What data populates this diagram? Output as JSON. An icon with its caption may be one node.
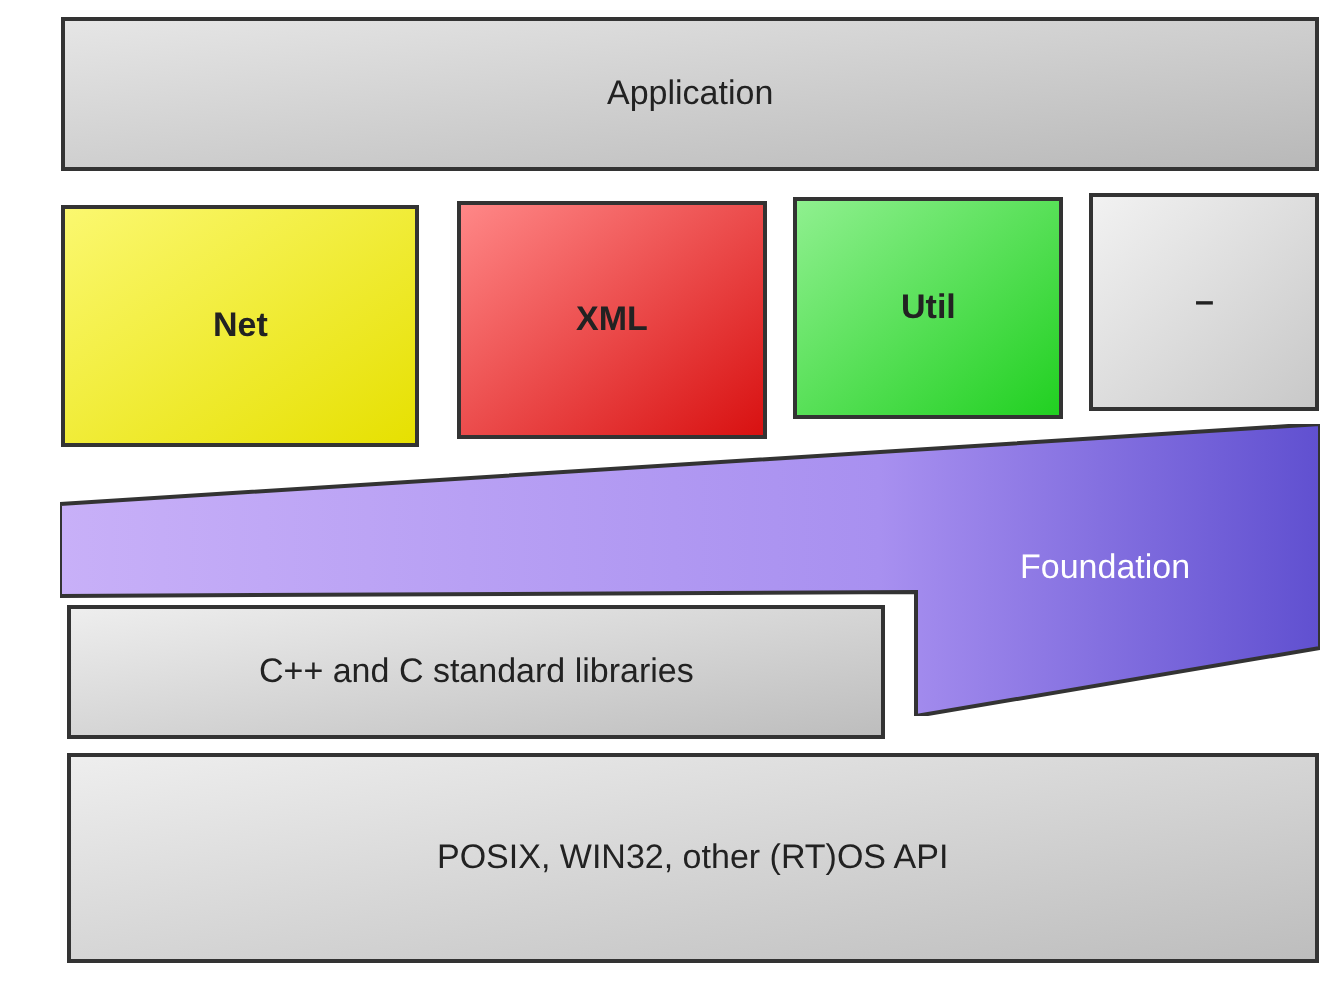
{
  "diagram": {
    "nodes": [
      {
        "text": [
          "Application"
        ]
      },
      {
        "text": [
          "Net"
        ]
      },
      {
        "text": [
          "XML"
        ]
      },
      {
        "text": [
          "Util"
        ]
      },
      {
        "text": [
          "–"
        ]
      },
      {
        "text": [
          "Foundation"
        ]
      },
      {
        "text": [
          "C++ and C standard libraries"
        ]
      },
      {
        "text": [
          "POSIX, WIN32, other (RT)OS API"
        ]
      }
    ]
  }
}
